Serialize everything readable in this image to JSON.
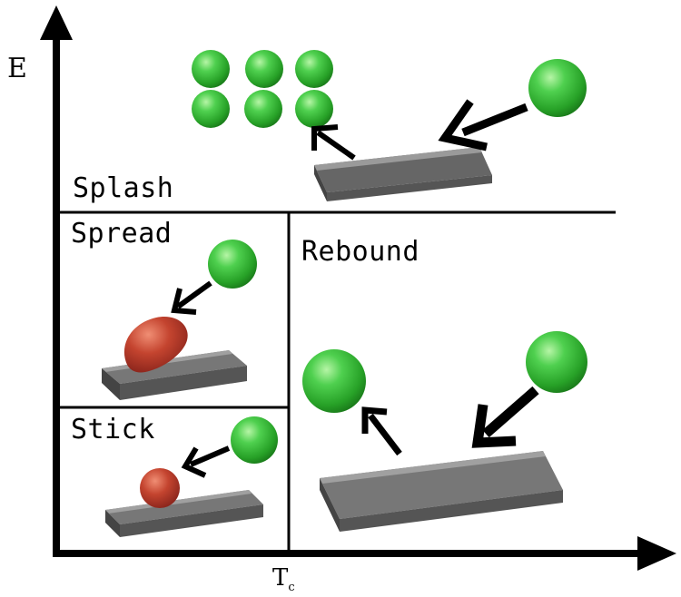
{
  "axes": {
    "y_label": "E",
    "x_label": "T",
    "x_label_sub": "c"
  },
  "regions": {
    "splash": "Splash",
    "spread": "Spread",
    "rebound": "Rebound",
    "stick": "Stick"
  },
  "colors": {
    "droplet_green": "#3dbb3d",
    "droplet_red": "#b83a2a",
    "plate_gray": "#8c8c8c",
    "line": "#000000"
  }
}
